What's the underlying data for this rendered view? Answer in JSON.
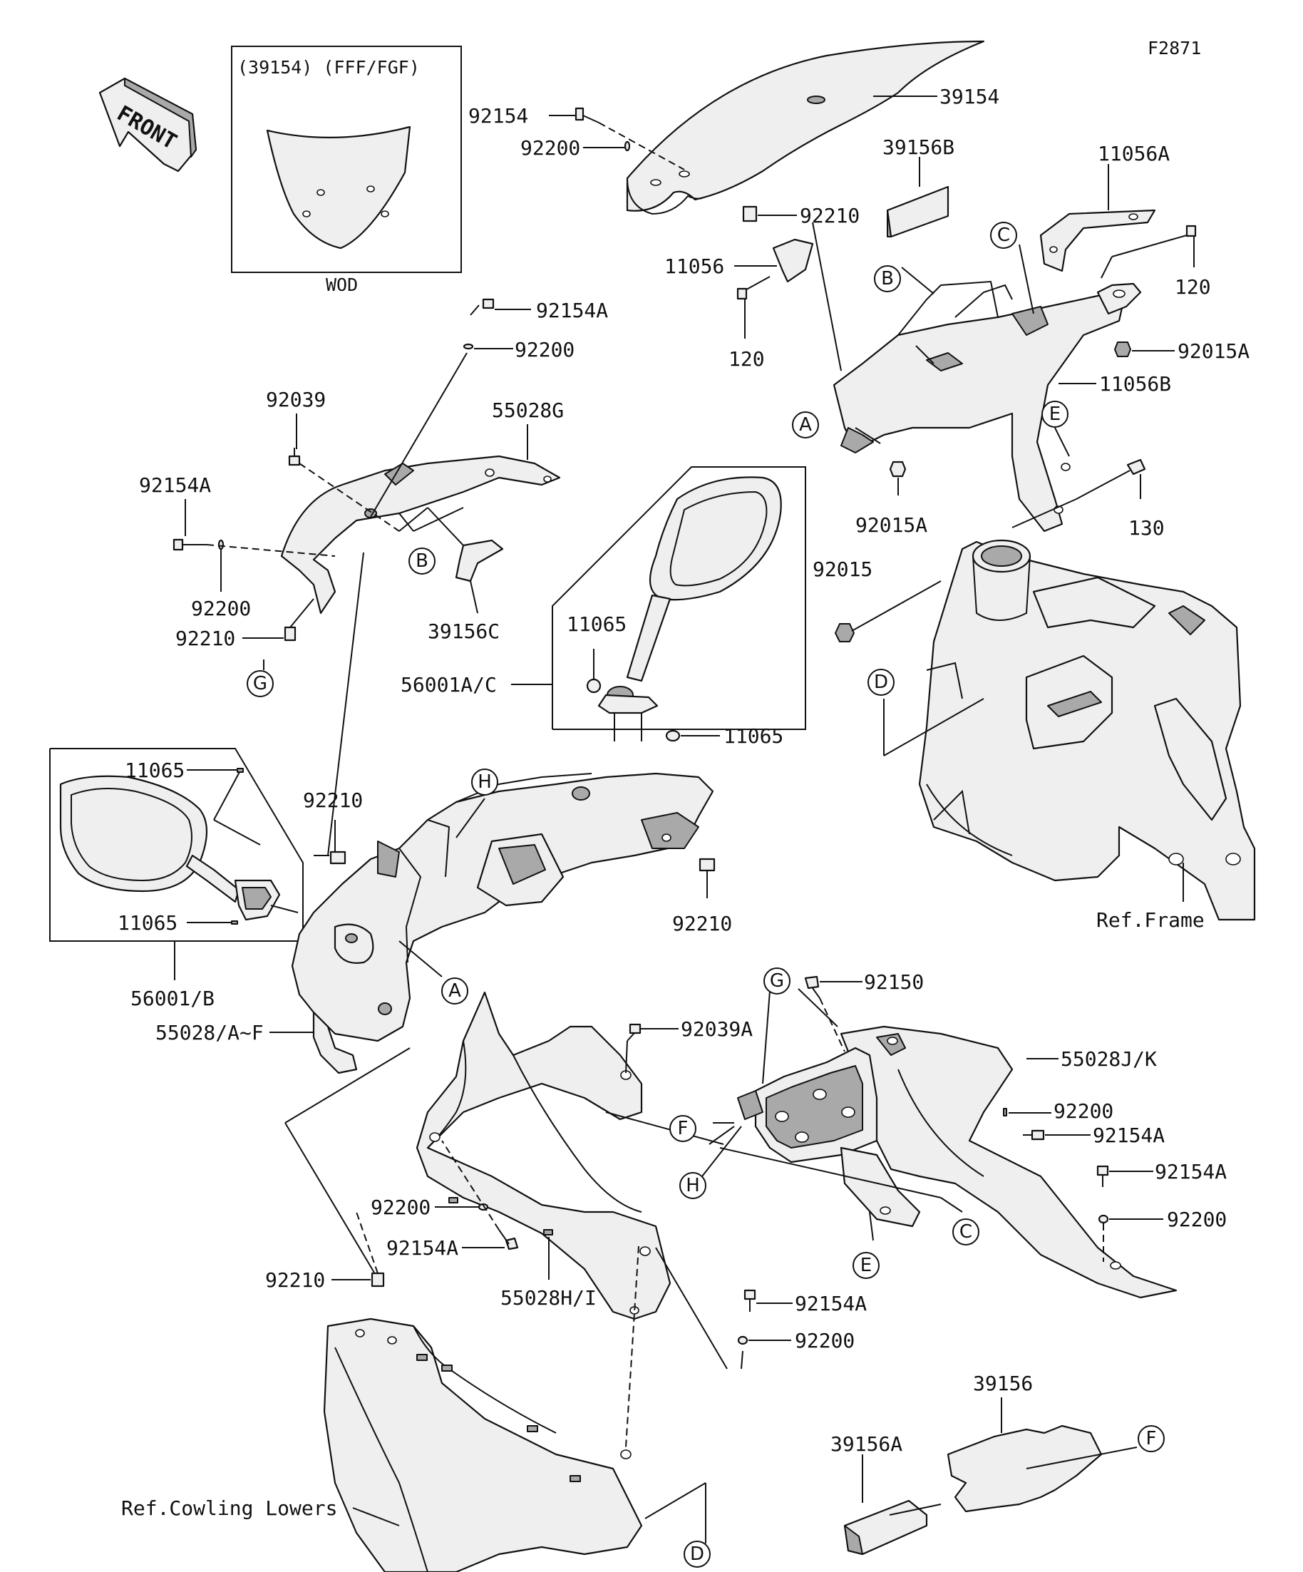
{
  "figure_id": "F2871",
  "front_label": "FRONT",
  "inset_top": {
    "header": "(39154)  (FFF/FGF)",
    "footer": "WOD"
  },
  "parts": {
    "p39154": "39154",
    "p92154_top": "92154",
    "p92200_top": "92200",
    "p92210_top": "92210",
    "p11056": "11056",
    "p120_left": "120",
    "p39156B": "39156B",
    "p11056A": "11056A",
    "p120_right": "120",
    "p92015A_right": "92015A",
    "p11056B": "11056B",
    "p92015A_mid": "92015A",
    "p130": "130",
    "p92015": "92015",
    "p92154A_a": "92154A",
    "p92200_a": "92200",
    "p92039": "92039",
    "p55028G": "55028G",
    "p92154A_b": "92154A",
    "p92200_b": "92200",
    "p92210_b": "92210",
    "p39156C": "39156C",
    "p11065_a": "11065",
    "p56001AC": "56001A/C",
    "p11065_b": "11065",
    "p11065_c": "11065",
    "p11065_d": "11065",
    "p56001B": "56001/B",
    "p92210_c": "92210",
    "p92210_d": "92210",
    "p55028AF": "55028/A~F",
    "ref_frame": "Ref.Frame",
    "p92150": "92150",
    "p92039A": "92039A",
    "p55028JK": "55028J/K",
    "p92200_e": "92200",
    "p92154A_e": "92154A",
    "p92154A_f": "92154A",
    "p92200_f": "92200",
    "p92200_g": "92200",
    "p92154A_g": "92154A",
    "p92210_g": "92210",
    "p55028HI": "55028H/I",
    "p92154A_h": "92154A",
    "p92200_h": "92200",
    "p39156": "39156",
    "p39156A": "39156A",
    "ref_cowling": "Ref.Cowling Lowers"
  },
  "callouts": {
    "A1": "A",
    "A2": "A",
    "B1": "B",
    "B2": "B",
    "C1": "C",
    "C2": "C",
    "D1": "D",
    "D2": "D",
    "E1": "E",
    "E2": "E",
    "F1": "F",
    "F2": "F",
    "G1": "G",
    "G2": "G",
    "H1": "H",
    "H2": "H"
  }
}
